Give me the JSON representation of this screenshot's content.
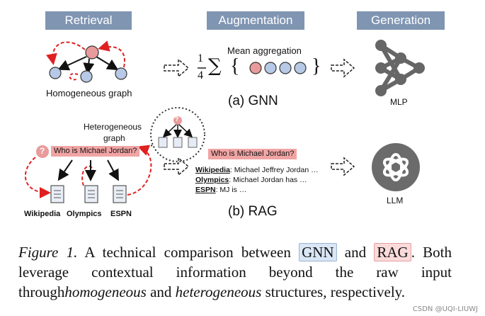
{
  "headers": {
    "retrieval": "Retrieval",
    "augmentation": "Augmentation",
    "generation": "Generation"
  },
  "gnn": {
    "graph_label": "Homogeneous graph",
    "fraction_numerator": "1",
    "fraction_denominator": "4",
    "sum_symbol": "∑",
    "aggregation_label": "Mean aggregation",
    "brace_open": "{",
    "brace_close": "}",
    "model_label": "MLP",
    "panel_label": "(a) GNN"
  },
  "rag": {
    "graph_label_line1": "Heterogeneous",
    "graph_label_line2": "graph",
    "question": "Who is Michael Jordan?",
    "question_mark": "?",
    "sources": [
      "Wikipedia",
      "Olympics",
      "ESPN"
    ],
    "context": [
      {
        "source": "Wikipedia",
        "text": ": Michael Jeffrey Jordan …"
      },
      {
        "source": "Olympics",
        "text": ": Michael Jordan has …"
      },
      {
        "source": "ESPN",
        "text": ": MJ is …"
      }
    ],
    "model_label": "LLM",
    "panel_label": "(b) RAG"
  },
  "caption": {
    "figure_label": "Figure 1.",
    "part1": " A technical comparison between ",
    "gnn": "GNN",
    "and": " and ",
    "rag": "RAG",
    "part2": ". Both leverage contextual information beyond the raw input through",
    "homogeneous": "homogeneous",
    "and2": " and ",
    "heterogeneous": "heterogeneous",
    "part3": " structures, respectively."
  },
  "watermark": "CSDN @UQI-LIUWJ",
  "colors": {
    "header_bg": "#7f95b2",
    "node_blue": "#b7c9e6",
    "node_pink": "#e99b9b",
    "arrow_red": "#e02020",
    "question_bg": "#f1a4a4",
    "nn_gray": "#666666"
  }
}
